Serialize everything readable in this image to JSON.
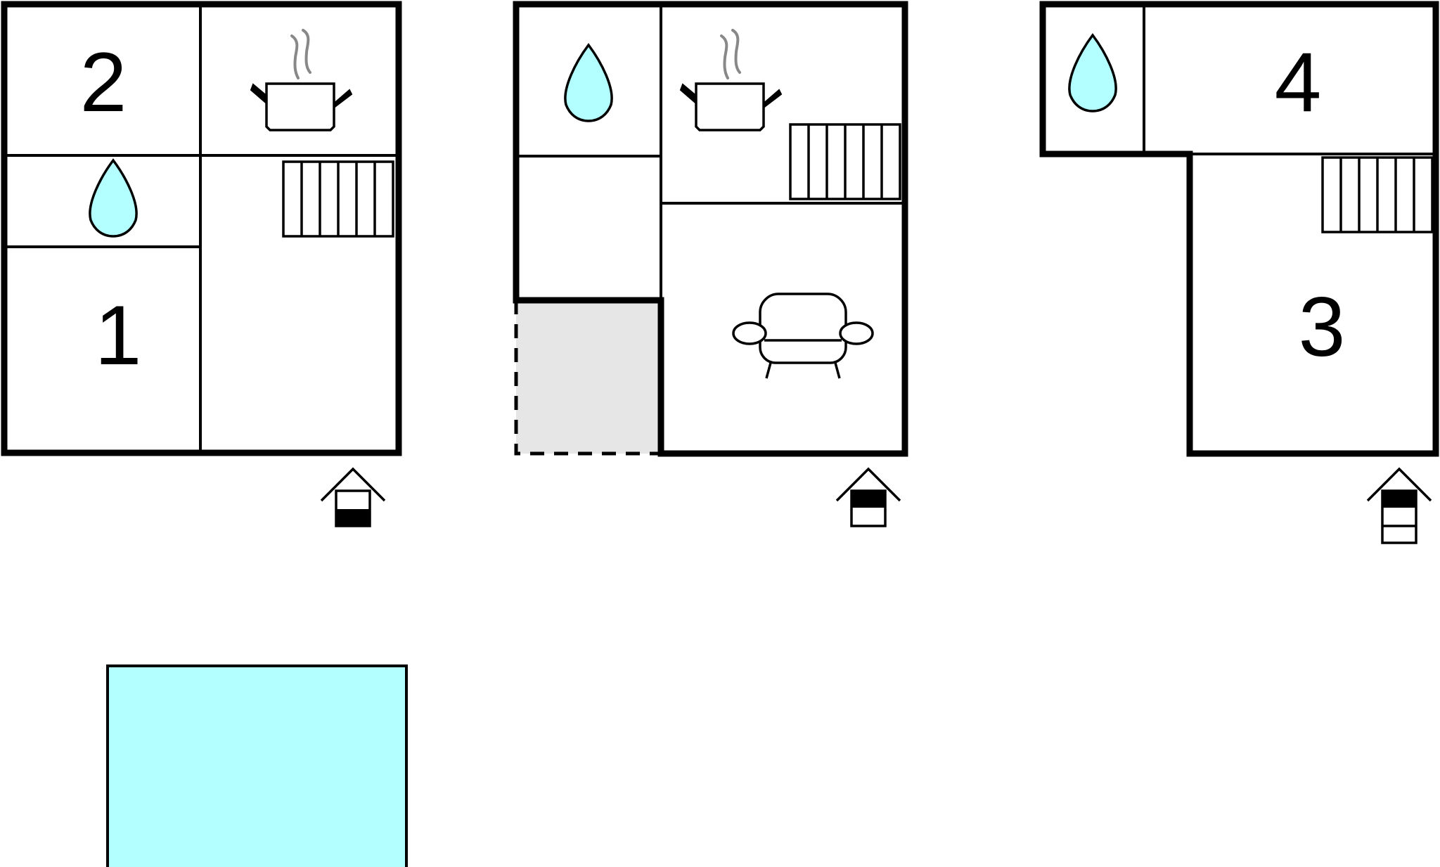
{
  "floors": [
    {
      "name": "floor-1",
      "rooms": [
        "1",
        "2"
      ]
    },
    {
      "name": "floor-2",
      "rooms": []
    },
    {
      "name": "floor-3",
      "rooms": [
        "3",
        "4"
      ]
    }
  ],
  "icons": {
    "water": "water-drop-icon",
    "kitchen": "cooking-pot-icon",
    "stairs": "staircase-icon",
    "living": "sofa-icon",
    "entrance": "entrance-level-icon",
    "terrace": "terrace-area",
    "pool": "swimming-pool"
  },
  "colors": {
    "water": "#b3ffff",
    "terrace": "#e6e6e6",
    "steam": "#888888",
    "wall": "#000000"
  }
}
